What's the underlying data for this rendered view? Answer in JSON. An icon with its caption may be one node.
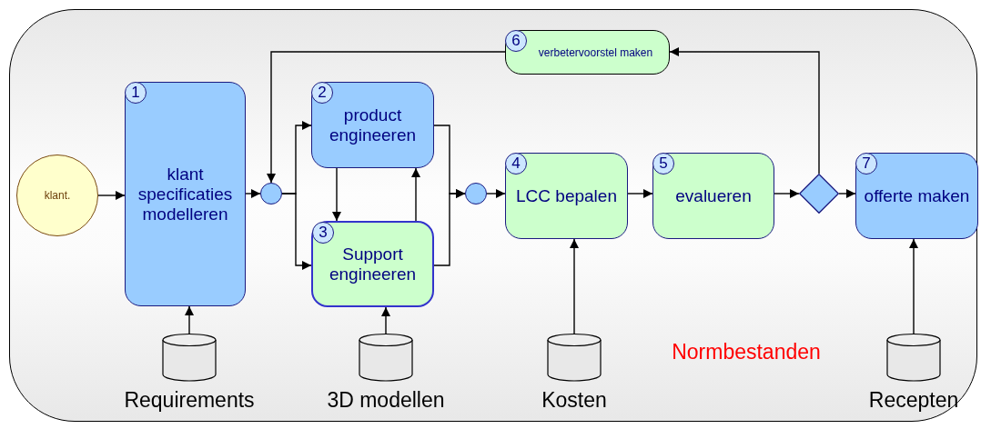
{
  "diagram": {
    "nodes": [
      {
        "text": [
          "klant."
        ]
      },
      {
        "text": [
          "1",
          "klant specificaties modelleren"
        ]
      },
      {
        "text": [],
        "shape": "circle"
      },
      {
        "text": [
          "2",
          "product engineeren"
        ]
      },
      {
        "text": [
          "3",
          "Support engineeren"
        ]
      },
      {
        "text": [],
        "shape": "circle"
      },
      {
        "text": [
          "4",
          "LCC bepalen"
        ]
      },
      {
        "text": [
          "5",
          "evalueren"
        ]
      },
      {
        "text": [],
        "shape": "diamond"
      },
      {
        "text": [
          "7",
          "offerte maken"
        ]
      },
      {
        "text": [
          "6",
          "verbetervoorstel maken"
        ]
      },
      {
        "text": [
          "Requirements"
        ]
      },
      {
        "text": [
          "3D modellen"
        ]
      },
      {
        "text": [
          "Kosten"
        ]
      },
      {
        "text": [
          "Recepten"
        ]
      }
    ],
    "edges": [
      {
        "from": 0,
        "to": 1,
        "arrow": "to"
      },
      {
        "from": 1,
        "to": 2,
        "arrow": "to"
      },
      {
        "from": 2,
        "to": 3,
        "arrow": "to"
      },
      {
        "from": 2,
        "to": 4,
        "arrow": "to"
      },
      {
        "from": 3,
        "to": 4,
        "arrow": "to"
      },
      {
        "from": 4,
        "to": 3,
        "arrow": "to"
      },
      {
        "from": 3,
        "to": 5,
        "arrow": "to"
      },
      {
        "from": 4,
        "to": 5,
        "arrow": "to"
      },
      {
        "from": 5,
        "to": 6,
        "arrow": "to"
      },
      {
        "from": 6,
        "to": 7,
        "arrow": "to"
      },
      {
        "from": 7,
        "to": 8,
        "arrow": "to"
      },
      {
        "from": 8,
        "to": 9,
        "arrow": "to"
      },
      {
        "from": 8,
        "to": 10,
        "arrow": "to"
      },
      {
        "from": 10,
        "to": 2,
        "arrow": "to"
      },
      {
        "from": 11,
        "to": 1,
        "arrow": "to"
      },
      {
        "from": 12,
        "to": 4,
        "arrow": "to"
      },
      {
        "from": 13,
        "to": 6,
        "arrow": "to"
      },
      {
        "from": 14,
        "to": 9,
        "arrow": "to"
      }
    ],
    "labels": [
      "Normbestanden"
    ]
  }
}
